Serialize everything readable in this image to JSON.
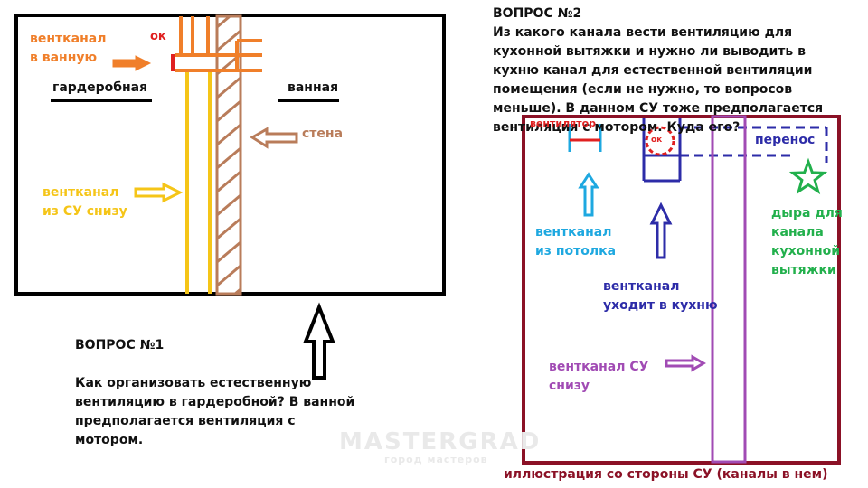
{
  "colors": {
    "black": "#000000",
    "orange": "#f07f2a",
    "red": "#e02020",
    "yellow": "#f5c518",
    "brown": "#b97c5a",
    "maroon": "#8b1126",
    "cyan": "#1ea8e0",
    "blue": "#2d2ca8",
    "purple": "#a14bb4",
    "green": "#22b04c"
  },
  "left_diagram": {
    "label_ventkanal_bath": [
      "вентканал",
      "в ванную"
    ],
    "label_ok": "ок",
    "label_wardrobe": "гардеробная",
    "label_bathroom": "ванная",
    "label_wall": "стена",
    "label_ventkanal_su": [
      "вентканал",
      "из СУ снизу"
    ]
  },
  "question1": {
    "title": "ВОПРОС №1",
    "body": "Как организовать естественную вентиляцию в гардеробной? В ванной предполагается вентиляция с мотором."
  },
  "question2": {
    "title": "ВОПРОС №2",
    "body": "Из какого канала вести вентиляцию для кухонной вытяжки и нужно ли выводить в кухню канал для естественной вентиляции помещения (если не нужно, то вопросов меньше). В данном СУ тоже предполагается вентиляция с мотором.  Куда его?"
  },
  "right_diagram": {
    "label_fan": "вентилятор",
    "label_ok": "ок",
    "label_transfer": "перенос",
    "label_ceiling": [
      "вентканал",
      "из потолка"
    ],
    "label_hole": [
      "дыра для",
      "канала",
      "кухонной",
      "вытяжки"
    ],
    "label_kitchen": [
      "вентканал",
      "уходит в кухню"
    ],
    "label_su_bottom": [
      "вентканал СУ",
      "снизу"
    ],
    "caption": "иллюстрация со стороны СУ (каналы в нем)"
  },
  "watermark": {
    "main": "MASTERGRAD",
    "sub": "город мастеров"
  }
}
